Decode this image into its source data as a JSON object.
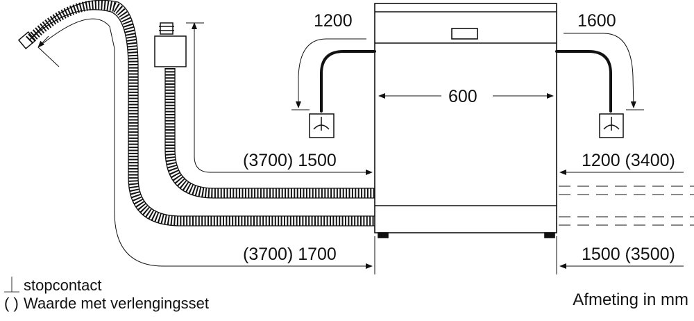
{
  "dimensions": {
    "outlet_left": "1200",
    "outlet_right": "1600",
    "width": "600",
    "inlet_left": "(3700) 1500",
    "drain_left": "(3700) 1700",
    "inlet_right": "1200 (3400)",
    "drain_right": "1500 (3500)"
  },
  "legend": {
    "socket_symbol": "⏊",
    "socket_label": "stopcontact",
    "parens_symbol": "( )",
    "parens_label": "Waarde met verlengingsset"
  },
  "unit_note": "Afmeting in mm",
  "icons": [
    "socket-icon",
    "water-tap-icon",
    "drain-hose-icon",
    "inlet-hose-icon"
  ]
}
